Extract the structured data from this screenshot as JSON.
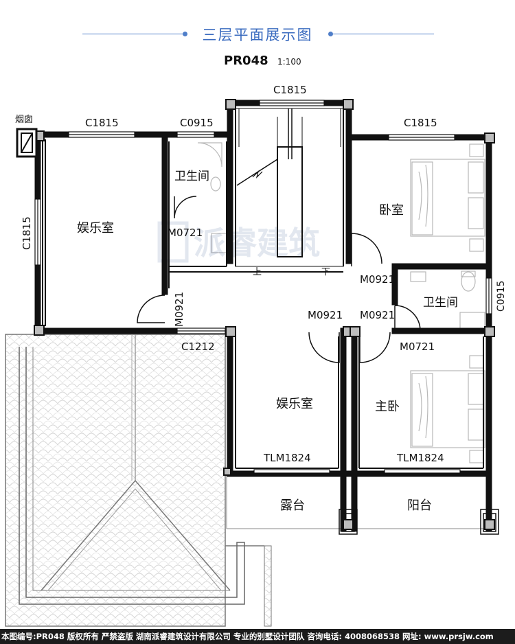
{
  "title": "三层平面展示图",
  "plan_code": "PR048",
  "scale": "1:100",
  "rooms": {
    "entertainment_left": "娱乐室",
    "bathroom_top": "卫生间",
    "bedroom": "卧室",
    "bathroom_right": "卫生间",
    "entertainment_bottom": "娱乐室",
    "master_bedroom": "主卧",
    "terrace": "露台",
    "balcony": "阳台",
    "chimney": "烟囱"
  },
  "stair": {
    "up": "上",
    "down": "下"
  },
  "windows": {
    "top_left": "C1815",
    "top_bath": "C0915",
    "top_stair": "C1815",
    "top_bedroom": "C1815",
    "left_side": "C1815",
    "right_bath": "C0915",
    "bottom_hall": "C1212"
  },
  "doors": {
    "bath_top": "M0721",
    "ent_left": "M0921",
    "bedroom": "M0921",
    "ent_bottom": "M0921",
    "master": "M0921",
    "bath_right": "M0721",
    "slide_ent": "TLM1824",
    "slide_master": "TLM1824"
  },
  "watermark": "派睿建筑",
  "footer": "本图编号:PR048 版权所有 严禁盗版 湖南派睿建筑设计有限公司 专业的别墅设计团队 咨询电话: 4008068538 网址: www.prsjw.com"
}
